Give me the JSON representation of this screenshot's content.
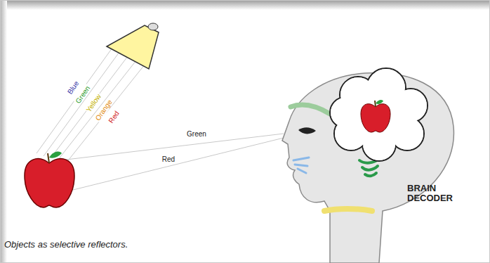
{
  "diagram": {
    "caption": "Objects as selective reflectors.",
    "labels": [
      "Blue",
      "Green",
      "Yellow",
      "Orange",
      "Red",
      "Green",
      "Red",
      "BRAIN DECODER"
    ]
  }
}
